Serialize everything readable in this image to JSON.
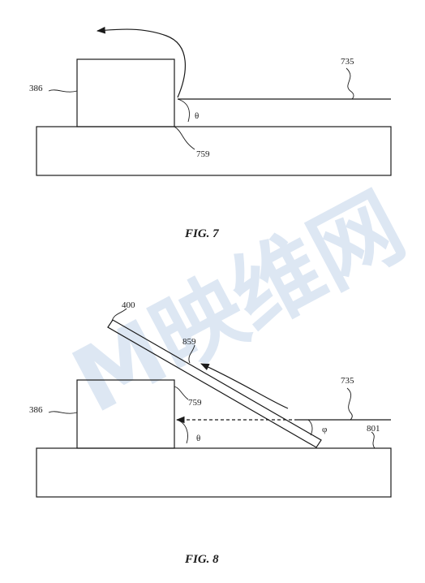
{
  "watermark": {
    "text": "映维网",
    "logo_mark": "M"
  },
  "figure7": {
    "caption": "FIG. 7",
    "labels": {
      "block": "386",
      "beam": "735",
      "corner": "759",
      "angle": "θ"
    }
  },
  "figure8": {
    "caption": "FIG. 8",
    "labels": {
      "plate": "400",
      "plate_surface": "859",
      "block": "386",
      "corner": "759",
      "beam": "735",
      "substrate": "801",
      "angle_theta": "θ",
      "angle_phi": "φ"
    }
  },
  "colors": {
    "ink": "#1a1a1a",
    "watermark": "#dde7f3"
  }
}
